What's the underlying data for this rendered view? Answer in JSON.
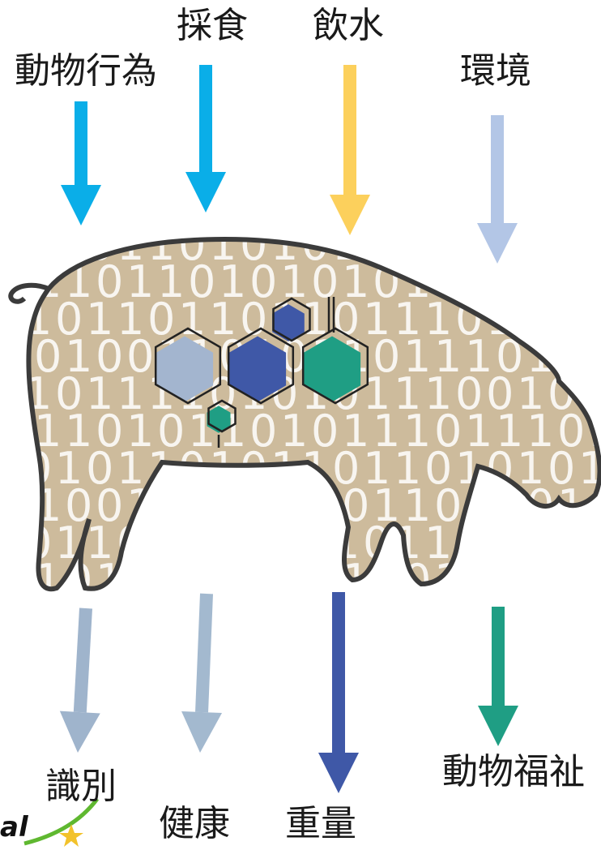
{
  "inputs": [
    {
      "label": "動物行為",
      "color": "#0aaee8"
    },
    {
      "label": "採食",
      "color": "#0aaee8"
    },
    {
      "label": "飲水",
      "color": "#fcd05c"
    },
    {
      "label": "環境",
      "color": "#b3c6e6"
    }
  ],
  "outputs": [
    {
      "label": "識別",
      "color": "#9fb4cc"
    },
    {
      "label": "健康",
      "color": "#a3b9cf"
    },
    {
      "label": "重量",
      "color": "#3f58a7"
    },
    {
      "label": "動物福祉",
      "color": "#1f9e84"
    }
  ],
  "pig": {
    "body_color": "#cdbb9c",
    "outline_color": "#3b3b3b",
    "binary_rows": [
      "0101101010110101101",
      "1101101010101110101",
      "1011011011011101101",
      "0100110101101110101",
      "1011110101011100101",
      "1101011010111011101",
      "0101101011011010101",
      "1001101101011011010",
      "0110110101101101101",
      "1011010110110101101"
    ]
  },
  "hexagons": [
    {
      "color": "#a3b5cf"
    },
    {
      "color": "#3f58a7"
    },
    {
      "color": "#1f9e84"
    },
    {
      "color": "#3f58a7"
    },
    {
      "color": "#1f9e84"
    }
  ],
  "logo": {
    "text": "al"
  }
}
